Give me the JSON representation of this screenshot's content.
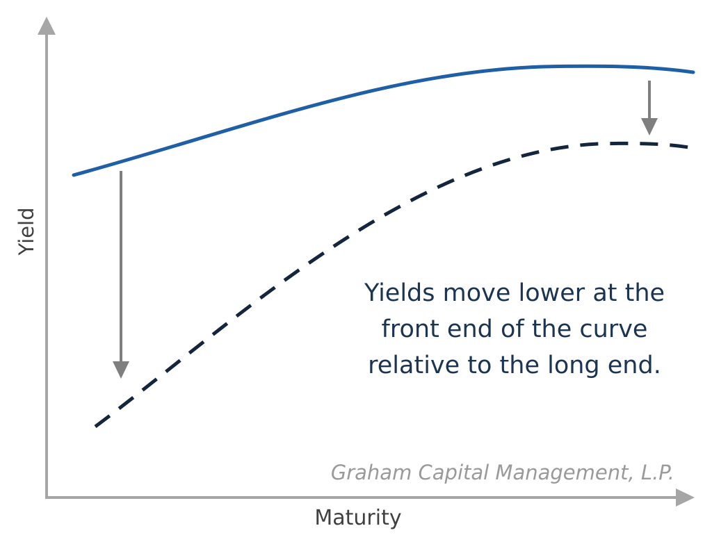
{
  "axes": {
    "y_label": "Yield",
    "x_label": "Maturity"
  },
  "annotation": {
    "lines": [
      "Yields move lower at the",
      "front end of the curve",
      "relative to the long end."
    ]
  },
  "source": "Graham Capital Management, L.P.",
  "colors": {
    "axis": "#a6a6a6",
    "current_curve": "#1f5fa6",
    "shifted_curve": "#14263d",
    "arrows": "#7f7f7f",
    "annotation_text": "#1b3451",
    "source_text": "#9a9a9a"
  },
  "curves": [
    {
      "key": "current",
      "style": "solid"
    },
    {
      "key": "shifted",
      "style": "dashed"
    }
  ],
  "shift_arrows": [
    {
      "key": "front-end",
      "direction": "down"
    },
    {
      "key": "long-end",
      "direction": "down"
    }
  ]
}
